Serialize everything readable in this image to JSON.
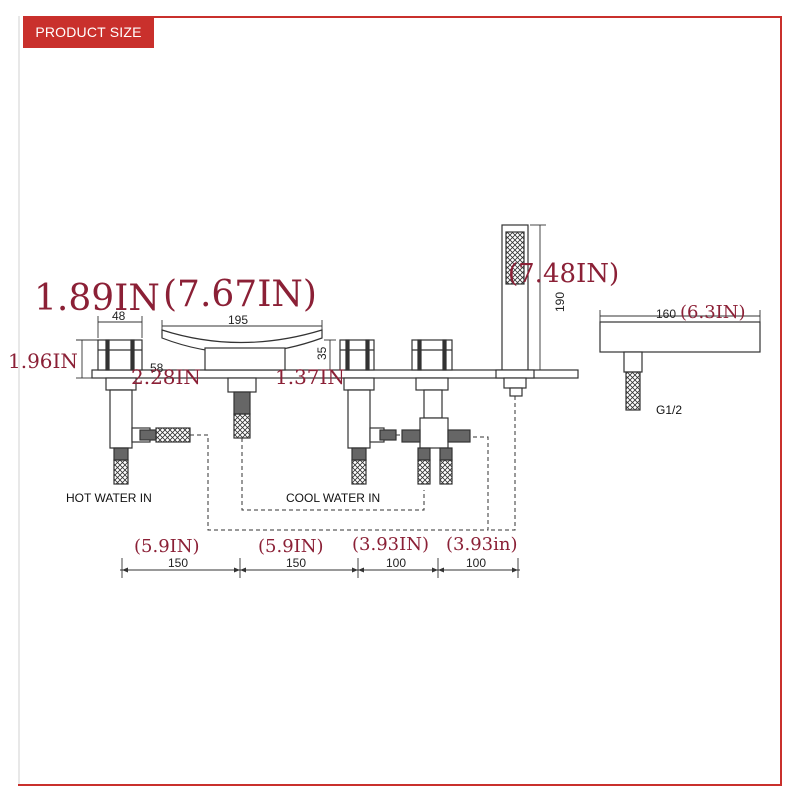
{
  "header": {
    "badge": "PRODUCT SIZE"
  },
  "colors": {
    "accent": "#c9302c",
    "imperial": "#8b2036",
    "line": "#333333"
  },
  "labels": {
    "hot_water": "HOT WATER IN",
    "cool_water": "COOL WATER IN",
    "thread": "G1/2"
  },
  "dims_mm": {
    "handle_width": "48",
    "handle_height": "58",
    "spout_width": "195",
    "spout_height": "35",
    "handshower_height": "190",
    "handshower_holder": "160",
    "span_1": "150",
    "span_2": "150",
    "span_3": "100",
    "span_4": "100"
  },
  "dims_in": {
    "handle_width": "1.89IN",
    "spout_width": "(7.67IN)",
    "handle_height": "1.96IN",
    "spout_offset": "2.28IN",
    "spout_height": "1.37IN",
    "handshower_height": "(7.48IN)",
    "handshower_holder": "(6.3IN)",
    "span_1": "(5.9IN)",
    "span_2": "(5.9IN)",
    "span_3": "(3.93IN)",
    "span_4": "(3.93in)"
  }
}
